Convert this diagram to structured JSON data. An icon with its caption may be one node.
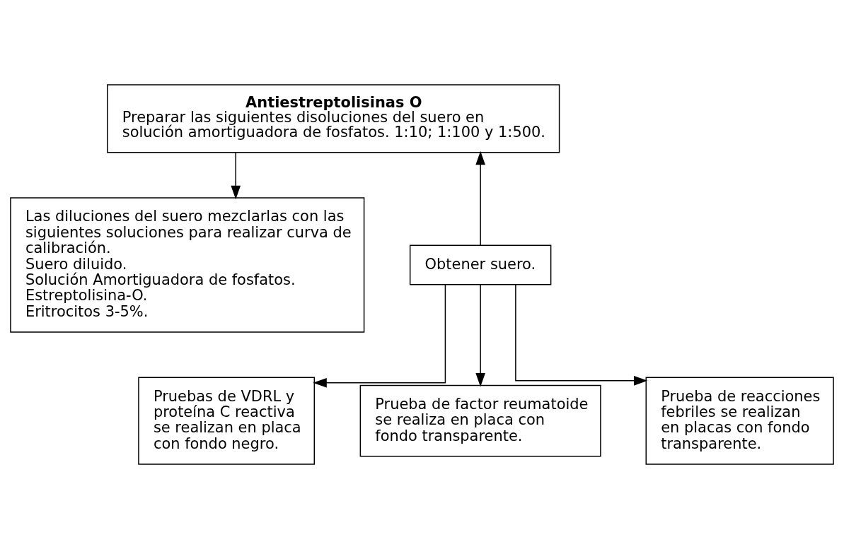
{
  "diagram": {
    "nodes": [
      {
        "text": [
          "Antiestreptolisinas O",
          "Preparar las siguientes disoluciones del suero en  solución amortiguadora de fosfatos. 1:10; 1:100 y 1:500."
        ]
      },
      {
        "text": [
          "Las diluciones del suero mezclarlas con las siguientes soluciones para realizar curva de calibración.",
          "Suero diluido.",
          "Solución Amortiguadora de fosfatos.",
          "Estreptolisina-O.",
          "Eritrocitos 3-5%."
        ]
      },
      {
        "text": [
          "Obtener suero."
        ]
      },
      {
        "text": [
          "Pruebas de VDRL y proteína C reactiva se realizan en placa con fondo negro."
        ]
      },
      {
        "text": [
          "Prueba de factor reumatoide se realiza en placa con fondo transparente."
        ]
      },
      {
        "text": [
          "Prueba de reacciones febriles se realizan en placas con fondo transparente."
        ]
      }
    ],
    "edges": [
      {
        "from": 2,
        "to": 0,
        "arrow": "to"
      },
      {
        "from": 0,
        "to": 1,
        "arrow": "to"
      },
      {
        "from": 2,
        "to": 3,
        "arrow": "to"
      },
      {
        "from": 2,
        "to": 4,
        "arrow": "to"
      },
      {
        "from": 2,
        "to": 5,
        "arrow": "to"
      }
    ]
  }
}
